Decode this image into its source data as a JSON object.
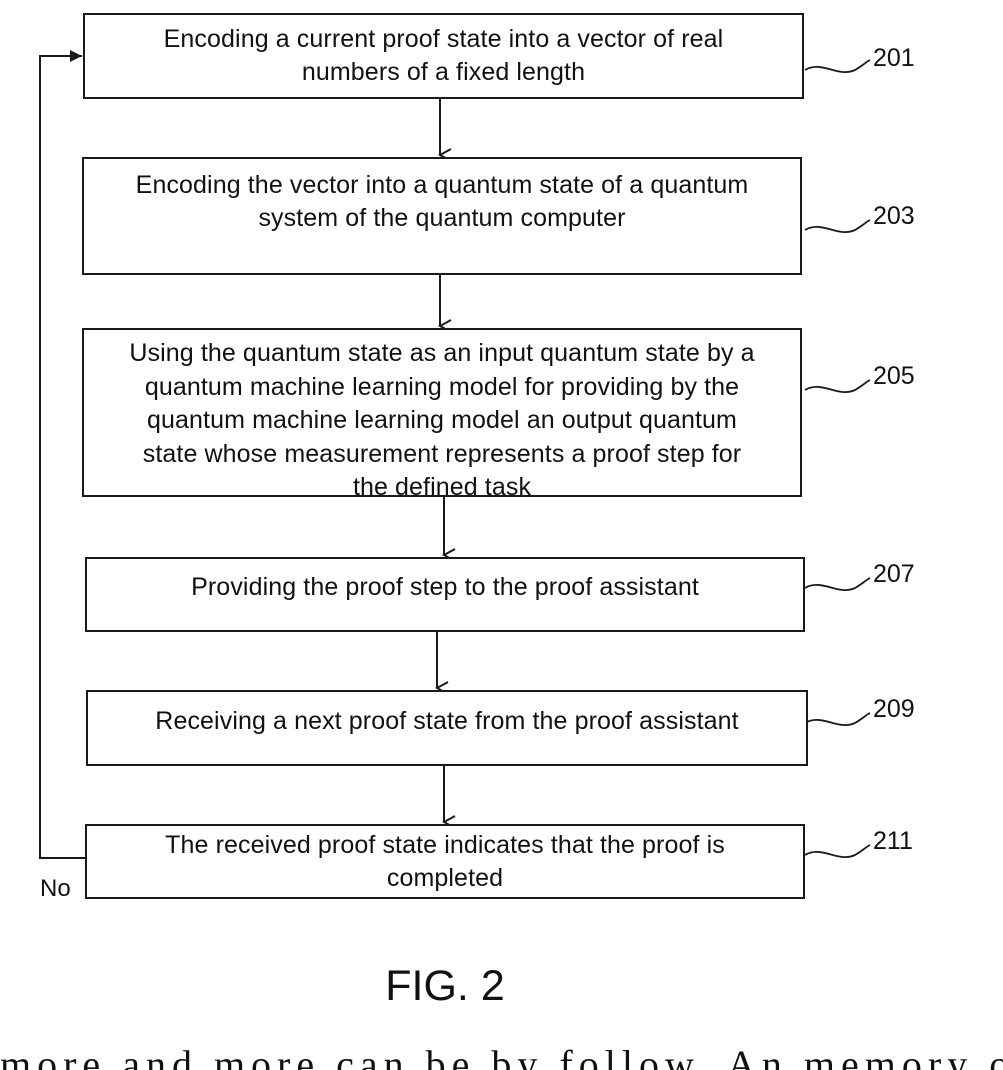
{
  "diagram": {
    "steps": [
      {
        "id": "201",
        "text": "Encoding a current proof state into a vector of real\nnumbers of a fixed length"
      },
      {
        "id": "203",
        "text": "Encoding the vector into a quantum state of a quantum\nsystem of the quantum computer"
      },
      {
        "id": "205",
        "text": "Using the quantum state as an input quantum state by a\nquantum machine learning model for providing by the\nquantum machine learning model an output quantum\nstate whose measurement represents a proof step for\nthe defined task"
      },
      {
        "id": "207",
        "text": "Providing the proof step to the proof assistant"
      },
      {
        "id": "209",
        "text": "Receiving a next proof state from the proof assistant"
      },
      {
        "id": "211",
        "text": "The received proof state indicates that the proof is\ncompleted"
      }
    ],
    "loop_label": "No",
    "figure_label": "FIG. 2"
  },
  "bottom_text": "more and more can be by follow. An memory of a more and"
}
